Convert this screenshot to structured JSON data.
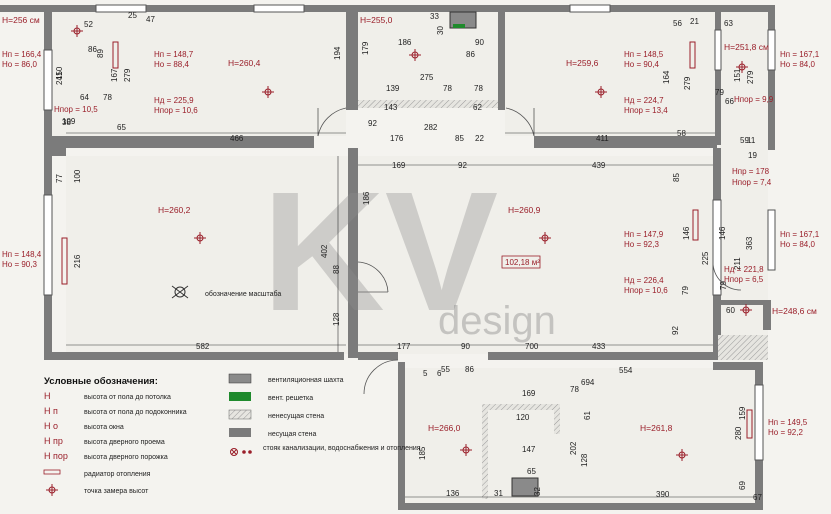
{
  "watermark": {
    "letters": "KV",
    "word": "design"
  },
  "heights": {
    "h_256": "H=256 см",
    "h_255": "H=255,0",
    "h_251": "H=251,8 см",
    "h_260_4": "H=260,4",
    "h_259_6": "H=259,6",
    "h_260_2": "H=260,2",
    "h_260_9": "H=260,9",
    "h_266": "H=266,0",
    "h_261_8": "H=261,8",
    "h_248_6": "H=248,6 см"
  },
  "windows": {
    "left_top": [
      "Hп = 166,4",
      "Hо = 86,0"
    ],
    "left_mid": [
      "Hп = 148,4",
      "Hо = 90,3"
    ],
    "bed1": [
      "Hп = 148,7",
      "Hо = 88,4"
    ],
    "bed2": [
      "Hп = 148,5",
      "Hо = 90,4"
    ],
    "right_top": [
      "Hп = 167,1",
      "Hо = 84,0"
    ],
    "right_mid": [
      "Hп = 167,1",
      "Hо = 84,0"
    ],
    "living": [
      "Hп = 147,9",
      "Hо = 92,3"
    ],
    "kitchen": [
      "Hп = 149,5",
      "Hо = 92,2"
    ]
  },
  "doors": {
    "bed1": [
      "Hд = 225,9",
      "Hпор = 10,6"
    ],
    "bed2": [
      "Hд = 224,7",
      "Hпор = 13,4"
    ],
    "living": [
      "Hд = 226,4",
      "Hпор = 10,6"
    ],
    "balcony": [
      "Hд = 221,8",
      "Hпор = 6,5"
    ],
    "thr_left": "Hпор = 10,5",
    "thr_right": "Hпор = 9,9",
    "corr": [
      "Hпр = 178",
      "Hпор = 7,4"
    ]
  },
  "area": "102,18 м²",
  "scale_label": "обозначение масштаба",
  "dims": [
    "52",
    "25",
    "47",
    "33",
    "56",
    "21",
    "63",
    "150",
    "241",
    "86",
    "89",
    "167",
    "279",
    "78",
    "64",
    "109",
    "38",
    "65",
    "466",
    "194",
    "179",
    "186",
    "275",
    "139",
    "78",
    "78",
    "143",
    "62",
    "92",
    "282",
    "176",
    "85",
    "22",
    "30",
    "86",
    "90",
    "411",
    "164",
    "279",
    "79",
    "58",
    "66",
    "151",
    "279",
    "59",
    "11",
    "19",
    "100",
    "77",
    "186",
    "169",
    "92",
    "439",
    "85",
    "146",
    "225",
    "79",
    "92",
    "216",
    "402",
    "88",
    "128",
    "582",
    "177",
    "90",
    "700",
    "433",
    "146",
    "211",
    "363",
    "60",
    "79",
    "5",
    "6",
    "55",
    "86",
    "554",
    "694",
    "169",
    "78",
    "120",
    "61",
    "202",
    "128",
    "147",
    "280",
    "159",
    "185",
    "136",
    "31",
    "65",
    "32",
    "390",
    "69",
    "67"
  ],
  "legend": {
    "title": "Условные обозначения:",
    "items": [
      {
        "key": "H",
        "text": "высота от пола до потолка"
      },
      {
        "key": "H п",
        "text": "высота от пола до подоконника"
      },
      {
        "key": "H о",
        "text": "высота окна"
      },
      {
        "key": "H пр",
        "text": "высота дверного проема"
      },
      {
        "key": "H пор",
        "text": "высота дверного порожка"
      },
      {
        "key": "",
        "text": "радиатор отопления"
      },
      {
        "key": "",
        "text": "точка замера высот"
      }
    ],
    "items2": [
      {
        "text": "вентиляционная шахта"
      },
      {
        "text": "вент. решетка"
      },
      {
        "text": "ненесущая стена"
      },
      {
        "text": "несущая стена"
      },
      {
        "text": "стояк канализации, водоснабжения и отопления"
      }
    ]
  }
}
